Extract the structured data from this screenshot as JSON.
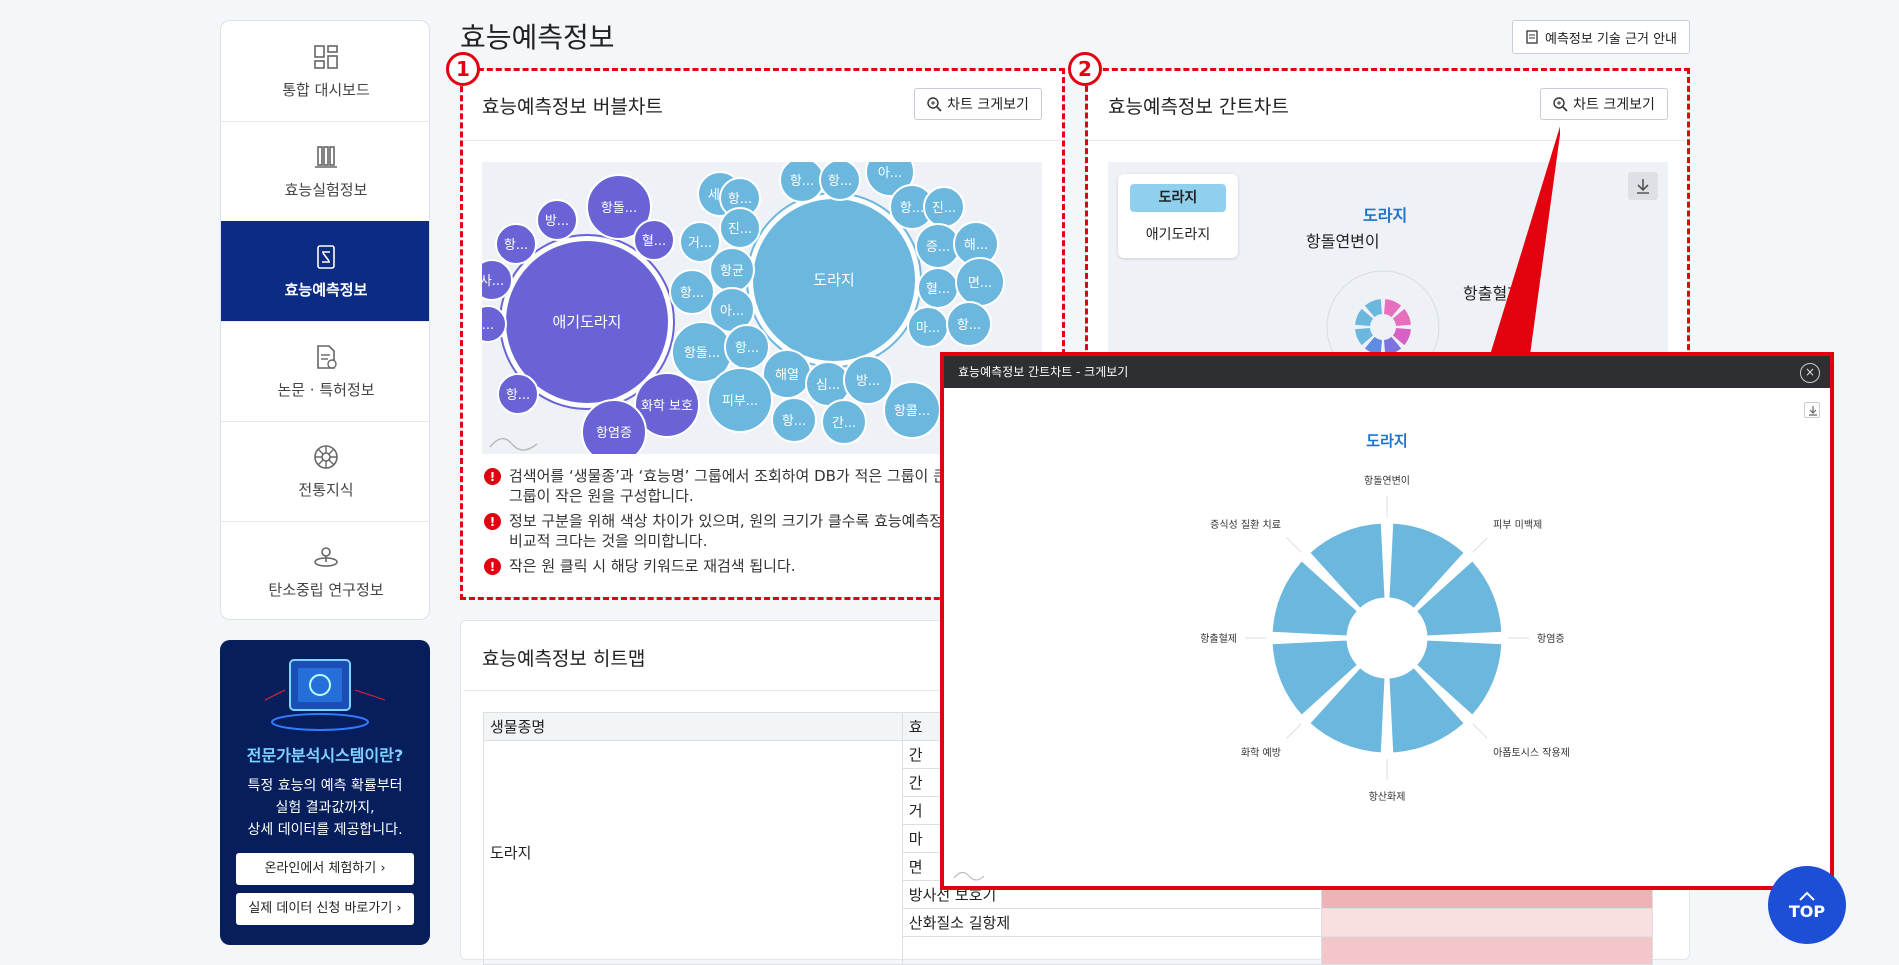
{
  "sidebar": {
    "items": [
      {
        "label": "통합 대시보드",
        "icon": "dashboard-icon"
      },
      {
        "label": "효능실험정보",
        "icon": "flask-icon"
      },
      {
        "label": "효능예측정보",
        "icon": "predict-icon",
        "active": true
      },
      {
        "label": "논문 · 특허정보",
        "icon": "document-icon"
      },
      {
        "label": "전통지식",
        "icon": "wheel-icon"
      },
      {
        "label": "탄소중립 연구정보",
        "icon": "carbon-icon"
      }
    ]
  },
  "promo": {
    "title": "전문가분석시스템이란?",
    "line1": "특정 효능의 예측 확률부터",
    "line2": "실험 결과값까지,",
    "line3": "상세 데이터를 제공합니다.",
    "btn1": "온라인에서 체험하기 ›",
    "btn2": "실제 데이터 신청 바로가기 ›"
  },
  "page": {
    "title": "효능예측정보",
    "guide_btn": "예측정보 기술 근거 안내"
  },
  "bubble_card": {
    "number": "1",
    "title": "효능예측정보 버블차트",
    "zoom": "차트 크게보기",
    "notes": [
      [
        "검색어를 ‘생물종’과 ‘효능명’ 그룹에서 조회하여 DB가 적은 그룹이 큰 원,",
        "그룹이 작은 원을 구성합니다."
      ],
      [
        "정보 구분을 위해 색상 차이가 있으며, 원의 크기가 클수록 효능예측정보가",
        "비교적 크다는 것을 의미합니다."
      ],
      [
        "작은 원 클릭 시 해당 키워드로 재검색 됩니다.",
        ""
      ]
    ],
    "bubbles_purple": [
      "애기도라지",
      "항돌...",
      "방...",
      "혈...",
      "항...",
      "사...",
      "...",
      "항...",
      "화학 보호",
      "항염증"
    ],
    "bubbles_blue": [
      "도라지",
      "세...",
      "항...",
      "항...",
      "항...",
      "아...",
      "항...",
      "진...",
      "거...",
      "진...",
      "증...",
      "해...",
      "항균",
      "혈...",
      "면...",
      "항...",
      "아...",
      "마...",
      "항...",
      "항돌...",
      "항...",
      "해열",
      "심...",
      "방...",
      "피부...",
      "항...",
      "간...",
      "항콜...",
      "항..."
    ]
  },
  "gantt_card": {
    "number": "2",
    "title": "효능예측정보 간트차트",
    "zoom": "차트 크게보기",
    "legend_title": "도라지",
    "legend_item": "애기도라지",
    "chart_title": "도라지",
    "label1": "항돌연변이",
    "label2": "항출혈제"
  },
  "heatmap_card": {
    "title": "효능예측정보 히트맵",
    "col1": "생물종명",
    "col2": "효",
    "species": "도라지",
    "rows": [
      "간",
      "간",
      "거",
      "마",
      "면",
      "방사선 보호기",
      "산화질소 길항제"
    ]
  },
  "modal": {
    "header": "효능예측정보 간트차트 - 크게보기",
    "chart_title": "도라지",
    "labels": [
      "항돌연변이",
      "피부 미백제",
      "항염증",
      "아폽토시스 작용제",
      "항산화제",
      "화학 예방",
      "항출혈제",
      "증식성 질환 치료"
    ]
  },
  "chart_data": {
    "type": "bar",
    "title": "도라지",
    "categories": [
      "항돌연변이",
      "피부 미백제",
      "항염증",
      "아폽토시스 작용제",
      "항산화제",
      "화학 예방",
      "항출혈제",
      "증식성 질환 치료"
    ],
    "values": [
      1,
      1,
      1,
      1,
      1,
      1,
      1,
      1
    ],
    "polar": true,
    "colors": {
      "bar": "#6bb7de"
    }
  },
  "top_btn": "TOP",
  "colors": {
    "accent": "#e3000f",
    "nav_active": "#0c2b83",
    "purple": "#6a63d6",
    "blue": "#6bb7de"
  }
}
